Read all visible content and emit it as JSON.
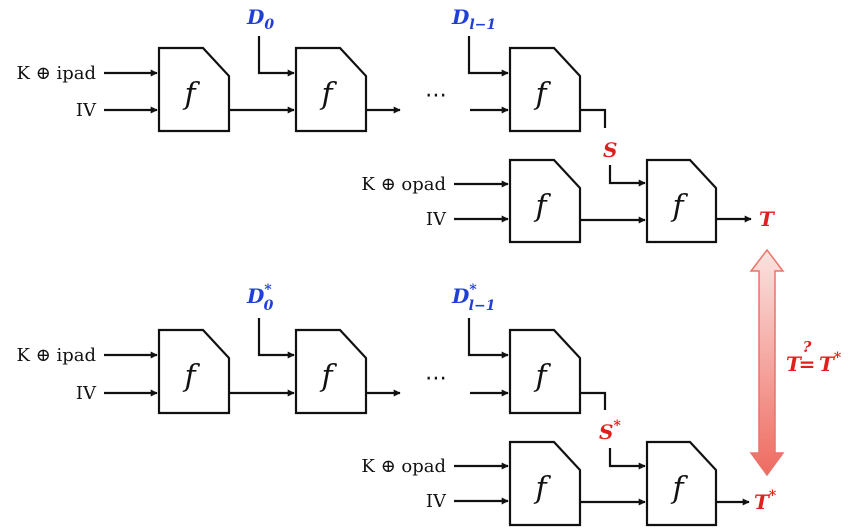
{
  "func_label": "f",
  "ellipsis": "⋯",
  "top": {
    "inner_key": "K ⊕ ipad",
    "iv": "IV",
    "d0": "D",
    "d0_sub": "0",
    "dl": "D",
    "dl_sub": "l−1",
    "s": "S",
    "outer_key": "K ⊕ opad",
    "outer_iv": "IV",
    "t": "T"
  },
  "bottom": {
    "inner_key": "K ⊕ ipad",
    "iv": "IV",
    "d0": "D",
    "d0_sup": "*",
    "d0_sub": "0",
    "dl": "D",
    "dl_sup": "*",
    "dl_sub": "l−1",
    "s": "S",
    "s_sup": "*",
    "outer_key": "K ⊕ opad",
    "outer_iv": "IV",
    "t": "T",
    "t_sup": "*"
  },
  "compare": {
    "left": "T",
    "eq": "=",
    "q": "?",
    "right": "T",
    "right_sup": "*"
  },
  "colors": {
    "message": "#1f3fd6",
    "secret": "#e0201c",
    "arrow_light": "#fbe3e1",
    "arrow_dark": "#ee6b60"
  }
}
